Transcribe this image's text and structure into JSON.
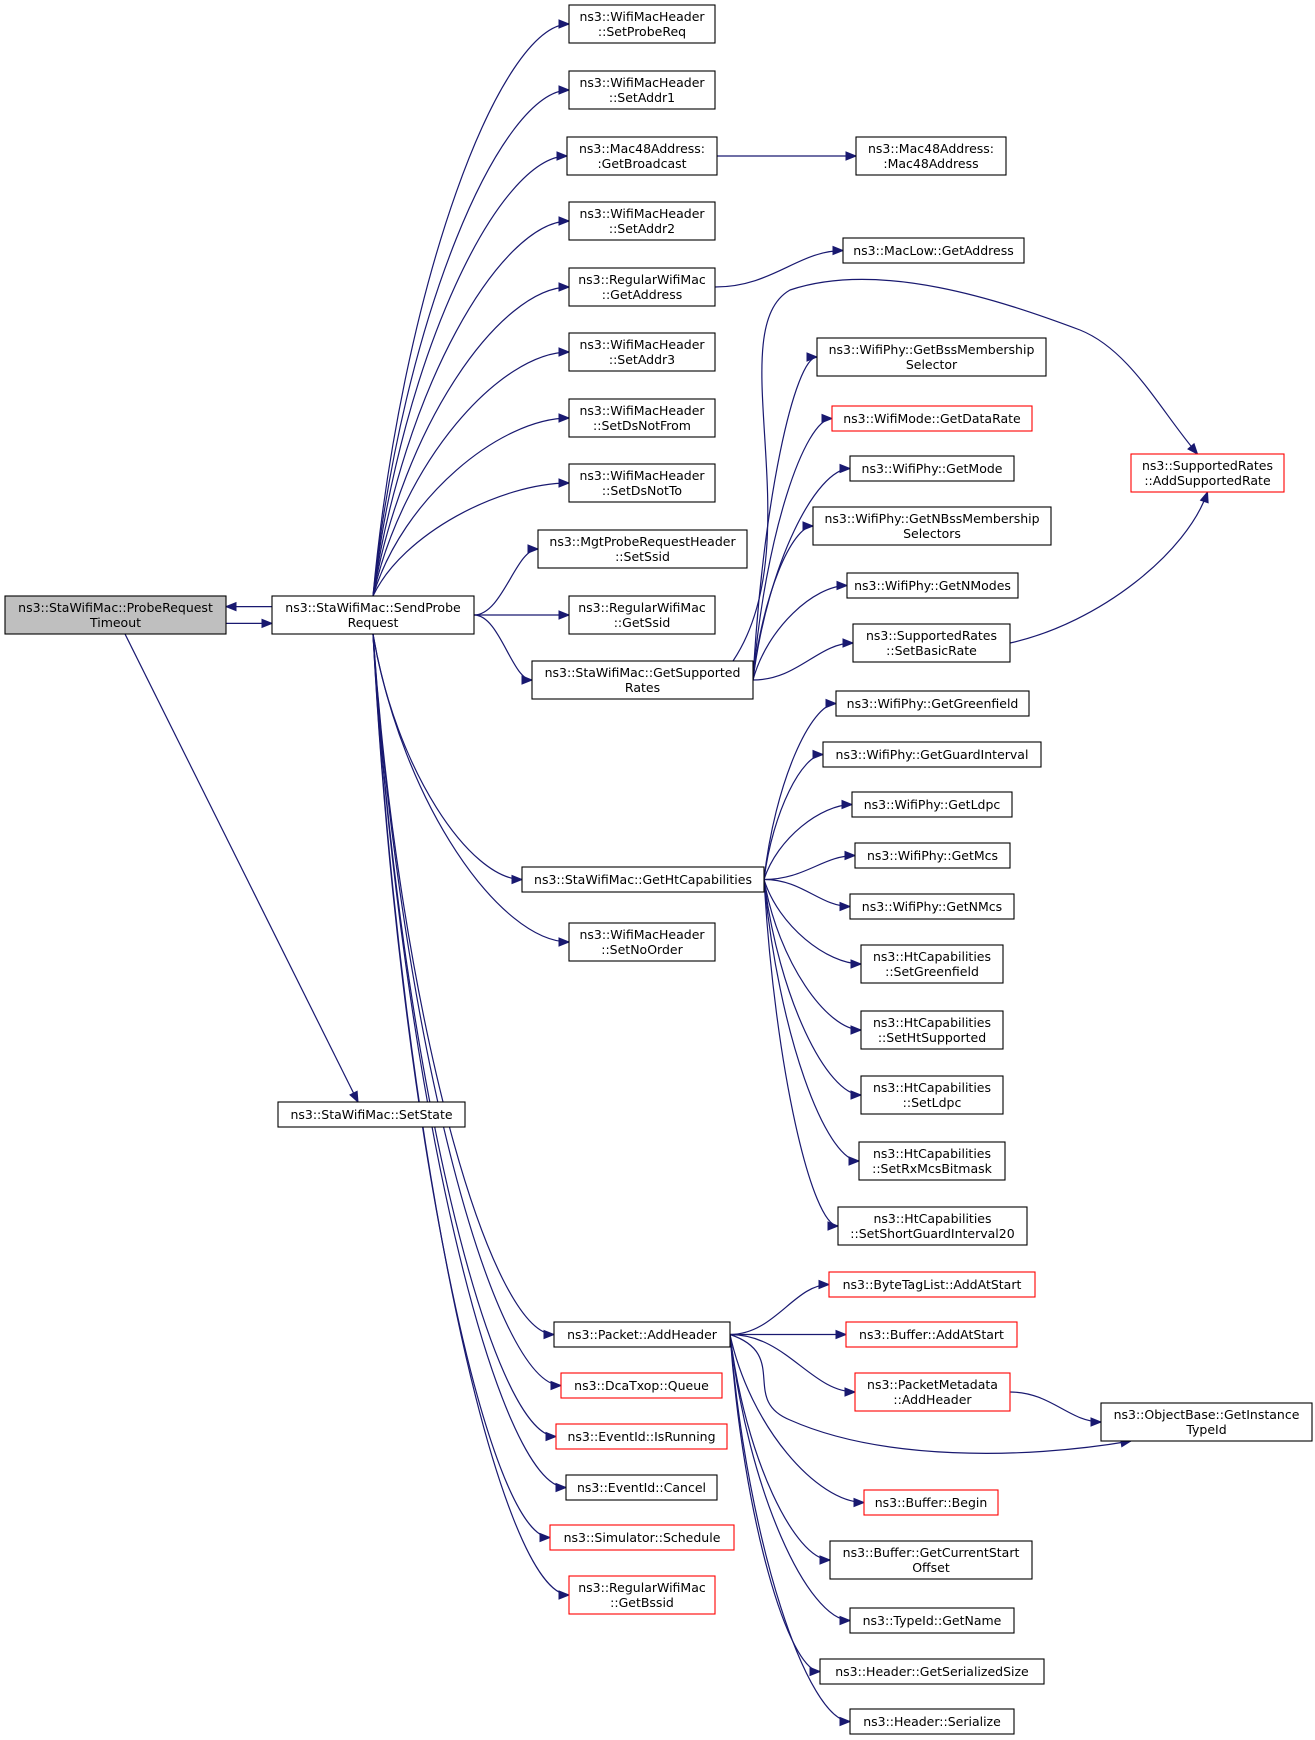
{
  "colors": {
    "edge": "#191970",
    "node_border": "#000000",
    "node_border_truncated": "#ff0000",
    "root_fill": "#bfbfbf",
    "node_fill": "#ffffff"
  },
  "nodes": {
    "root": {
      "lines": [
        "ns3::StaWifiMac::ProbeRequest",
        "Timeout"
      ],
      "variant": "root"
    },
    "sendProbe": {
      "lines": [
        "ns3::StaWifiMac::SendProbe",
        "Request"
      ],
      "variant": "normal"
    },
    "setState": {
      "lines": [
        "ns3::StaWifiMac::SetState"
      ],
      "variant": "normal"
    },
    "setProbeReq": {
      "lines": [
        "ns3::WifiMacHeader",
        "::SetProbeReq"
      ],
      "variant": "normal"
    },
    "setAddr1": {
      "lines": [
        "ns3::WifiMacHeader",
        "::SetAddr1"
      ],
      "variant": "normal"
    },
    "getBroadcast": {
      "lines": [
        "ns3::Mac48Address:",
        ":GetBroadcast"
      ],
      "variant": "normal"
    },
    "mac48Address": {
      "lines": [
        "ns3::Mac48Address:",
        ":Mac48Address"
      ],
      "variant": "normal"
    },
    "setAddr2": {
      "lines": [
        "ns3::WifiMacHeader",
        "::SetAddr2"
      ],
      "variant": "normal"
    },
    "regGetAddress": {
      "lines": [
        "ns3::RegularWifiMac",
        "::GetAddress"
      ],
      "variant": "normal"
    },
    "macLowGetAddress": {
      "lines": [
        "ns3::MacLow::GetAddress"
      ],
      "variant": "normal"
    },
    "setAddr3": {
      "lines": [
        "ns3::WifiMacHeader",
        "::SetAddr3"
      ],
      "variant": "normal"
    },
    "setDsNotFrom": {
      "lines": [
        "ns3::WifiMacHeader",
        "::SetDsNotFrom"
      ],
      "variant": "normal"
    },
    "setDsNotTo": {
      "lines": [
        "ns3::WifiMacHeader",
        "::SetDsNotTo"
      ],
      "variant": "normal"
    },
    "mgtSetSsid": {
      "lines": [
        "ns3::MgtProbeRequestHeader",
        "::SetSsid"
      ],
      "variant": "normal"
    },
    "regGetSsid": {
      "lines": [
        "ns3::RegularWifiMac",
        "::GetSsid"
      ],
      "variant": "normal"
    },
    "getSupportedRates": {
      "lines": [
        "ns3::StaWifiMac::GetSupported",
        "Rates"
      ],
      "variant": "normal"
    },
    "getBssMembership": {
      "lines": [
        "ns3::WifiPhy::GetBssMembership",
        "Selector"
      ],
      "variant": "normal"
    },
    "getDataRate": {
      "lines": [
        "ns3::WifiMode::GetDataRate"
      ],
      "variant": "red"
    },
    "getMode": {
      "lines": [
        "ns3::WifiPhy::GetMode"
      ],
      "variant": "normal"
    },
    "getNBssMembership": {
      "lines": [
        "ns3::WifiPhy::GetNBssMembership",
        "Selectors"
      ],
      "variant": "normal"
    },
    "getNModes": {
      "lines": [
        "ns3::WifiPhy::GetNModes"
      ],
      "variant": "normal"
    },
    "setBasicRate": {
      "lines": [
        "ns3::SupportedRates",
        "::SetBasicRate"
      ],
      "variant": "normal"
    },
    "addSupportedRate": {
      "lines": [
        "ns3::SupportedRates",
        "::AddSupportedRate"
      ],
      "variant": "red"
    },
    "getHtCapabilities": {
      "lines": [
        "ns3::StaWifiMac::GetHtCapabilities"
      ],
      "variant": "normal"
    },
    "getGreenfield": {
      "lines": [
        "ns3::WifiPhy::GetGreenfield"
      ],
      "variant": "normal"
    },
    "getGuardInterval": {
      "lines": [
        "ns3::WifiPhy::GetGuardInterval"
      ],
      "variant": "normal"
    },
    "getLdpc": {
      "lines": [
        "ns3::WifiPhy::GetLdpc"
      ],
      "variant": "normal"
    },
    "getMcs": {
      "lines": [
        "ns3::WifiPhy::GetMcs"
      ],
      "variant": "normal"
    },
    "getNMcs": {
      "lines": [
        "ns3::WifiPhy::GetNMcs"
      ],
      "variant": "normal"
    },
    "setGreenfield": {
      "lines": [
        "ns3::HtCapabilities",
        "::SetGreenfield"
      ],
      "variant": "normal"
    },
    "setHtSupported": {
      "lines": [
        "ns3::HtCapabilities",
        "::SetHtSupported"
      ],
      "variant": "normal"
    },
    "setLdpc": {
      "lines": [
        "ns3::HtCapabilities",
        "::SetLdpc"
      ],
      "variant": "normal"
    },
    "setRxMcsBitmask": {
      "lines": [
        "ns3::HtCapabilities",
        "::SetRxMcsBitmask"
      ],
      "variant": "normal"
    },
    "setShortGuardInterval20": {
      "lines": [
        "ns3::HtCapabilities",
        "::SetShortGuardInterval20"
      ],
      "variant": "normal"
    },
    "setNoOrder": {
      "lines": [
        "ns3::WifiMacHeader",
        "::SetNoOrder"
      ],
      "variant": "normal"
    },
    "packetAddHeader": {
      "lines": [
        "ns3::Packet::AddHeader"
      ],
      "variant": "normal"
    },
    "byteTagAddAtStart": {
      "lines": [
        "ns3::ByteTagList::AddAtStart"
      ],
      "variant": "red"
    },
    "bufferAddAtStart": {
      "lines": [
        "ns3::Buffer::AddAtStart"
      ],
      "variant": "red"
    },
    "packetMetadataAddHeader": {
      "lines": [
        "ns3::PacketMetadata",
        "::AddHeader"
      ],
      "variant": "red"
    },
    "getInstanceTypeId": {
      "lines": [
        "ns3::ObjectBase::GetInstance",
        "TypeId"
      ],
      "variant": "normal"
    },
    "bufferBegin": {
      "lines": [
        "ns3::Buffer::Begin"
      ],
      "variant": "red"
    },
    "bufferGetCurrentStartOffset": {
      "lines": [
        "ns3::Buffer::GetCurrentStart",
        "Offset"
      ],
      "variant": "normal"
    },
    "typeIdGetName": {
      "lines": [
        "ns3::TypeId::GetName"
      ],
      "variant": "normal"
    },
    "headerGetSerializedSize": {
      "lines": [
        "ns3::Header::GetSerializedSize"
      ],
      "variant": "normal"
    },
    "headerSerialize": {
      "lines": [
        "ns3::Header::Serialize"
      ],
      "variant": "normal"
    },
    "dcaTxopQueue": {
      "lines": [
        "ns3::DcaTxop::Queue"
      ],
      "variant": "red"
    },
    "eventIdIsRunning": {
      "lines": [
        "ns3::EventId::IsRunning"
      ],
      "variant": "red"
    },
    "eventIdCancel": {
      "lines": [
        "ns3::EventId::Cancel"
      ],
      "variant": "normal"
    },
    "simulatorSchedule": {
      "lines": [
        "ns3::Simulator::Schedule"
      ],
      "variant": "red"
    },
    "regGetBssid": {
      "lines": [
        "ns3::RegularWifiMac",
        "::GetBssid"
      ],
      "variant": "red"
    }
  },
  "edges": [
    [
      "root",
      "sendProbe"
    ],
    [
      "sendProbe",
      "root"
    ],
    [
      "root",
      "setState"
    ],
    [
      "sendProbe",
      "setProbeReq"
    ],
    [
      "sendProbe",
      "setAddr1"
    ],
    [
      "sendProbe",
      "getBroadcast"
    ],
    [
      "getBroadcast",
      "mac48Address"
    ],
    [
      "sendProbe",
      "setAddr2"
    ],
    [
      "sendProbe",
      "regGetAddress"
    ],
    [
      "regGetAddress",
      "macLowGetAddress"
    ],
    [
      "sendProbe",
      "setAddr3"
    ],
    [
      "sendProbe",
      "setDsNotFrom"
    ],
    [
      "sendProbe",
      "setDsNotTo"
    ],
    [
      "sendProbe",
      "mgtSetSsid"
    ],
    [
      "sendProbe",
      "regGetSsid"
    ],
    [
      "sendProbe",
      "getSupportedRates"
    ],
    [
      "getSupportedRates",
      "getBssMembership"
    ],
    [
      "getSupportedRates",
      "getDataRate"
    ],
    [
      "getSupportedRates",
      "getMode"
    ],
    [
      "getSupportedRates",
      "getNBssMembership"
    ],
    [
      "getSupportedRates",
      "getNModes"
    ],
    [
      "getSupportedRates",
      "setBasicRate"
    ],
    [
      "getSupportedRates",
      "addSupportedRate"
    ],
    [
      "setBasicRate",
      "addSupportedRate"
    ],
    [
      "sendProbe",
      "getHtCapabilities"
    ],
    [
      "getHtCapabilities",
      "getGreenfield"
    ],
    [
      "getHtCapabilities",
      "getGuardInterval"
    ],
    [
      "getHtCapabilities",
      "getLdpc"
    ],
    [
      "getHtCapabilities",
      "getMcs"
    ],
    [
      "getHtCapabilities",
      "getNMcs"
    ],
    [
      "getHtCapabilities",
      "setGreenfield"
    ],
    [
      "getHtCapabilities",
      "setHtSupported"
    ],
    [
      "getHtCapabilities",
      "setLdpc"
    ],
    [
      "getHtCapabilities",
      "setRxMcsBitmask"
    ],
    [
      "getHtCapabilities",
      "setShortGuardInterval20"
    ],
    [
      "sendProbe",
      "setNoOrder"
    ],
    [
      "sendProbe",
      "packetAddHeader"
    ],
    [
      "packetAddHeader",
      "byteTagAddAtStart"
    ],
    [
      "packetAddHeader",
      "bufferAddAtStart"
    ],
    [
      "packetAddHeader",
      "packetMetadataAddHeader"
    ],
    [
      "packetMetadataAddHeader",
      "getInstanceTypeId"
    ],
    [
      "packetAddHeader",
      "getInstanceTypeId"
    ],
    [
      "packetAddHeader",
      "bufferBegin"
    ],
    [
      "packetAddHeader",
      "bufferGetCurrentStartOffset"
    ],
    [
      "packetAddHeader",
      "typeIdGetName"
    ],
    [
      "packetAddHeader",
      "headerGetSerializedSize"
    ],
    [
      "packetAddHeader",
      "headerSerialize"
    ],
    [
      "sendProbe",
      "dcaTxopQueue"
    ],
    [
      "sendProbe",
      "eventIdIsRunning"
    ],
    [
      "sendProbe",
      "eventIdCancel"
    ],
    [
      "sendProbe",
      "simulatorSchedule"
    ],
    [
      "sendProbe",
      "regGetBssid"
    ]
  ]
}
